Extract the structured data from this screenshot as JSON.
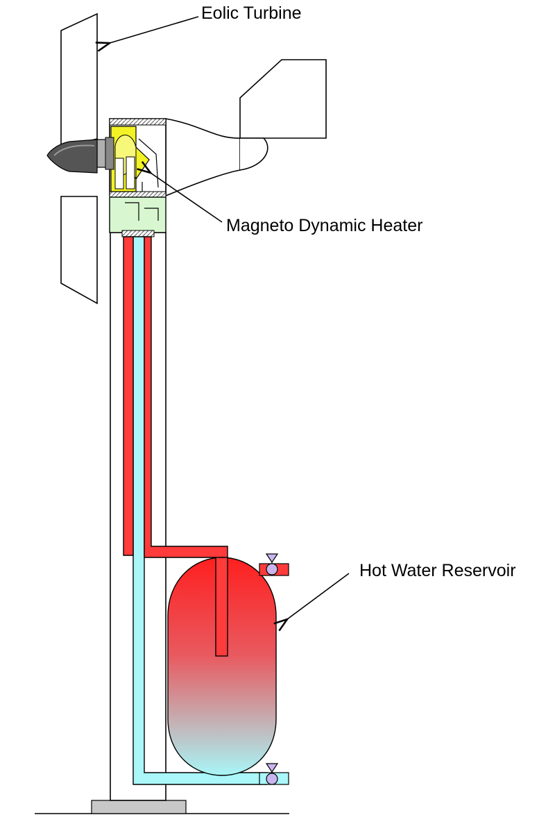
{
  "labels": {
    "turbine": "Eolic Turbine",
    "heater": "Magneto Dynamic Heater",
    "reservoir": "Hot Water Reservoir"
  },
  "colors": {
    "hot_pipe": "#ff3b3b",
    "cold_pipe": "#aaf6f8",
    "heater_yellow": "#f2f226",
    "heater_base": "#d8f7d0",
    "reservoir_top": "#ff1f1f",
    "reservoir_bottom": "#a8f6f8",
    "valve": "#c9b6ef",
    "nose_cone": "#555555",
    "foot": "#c8c8c8"
  }
}
